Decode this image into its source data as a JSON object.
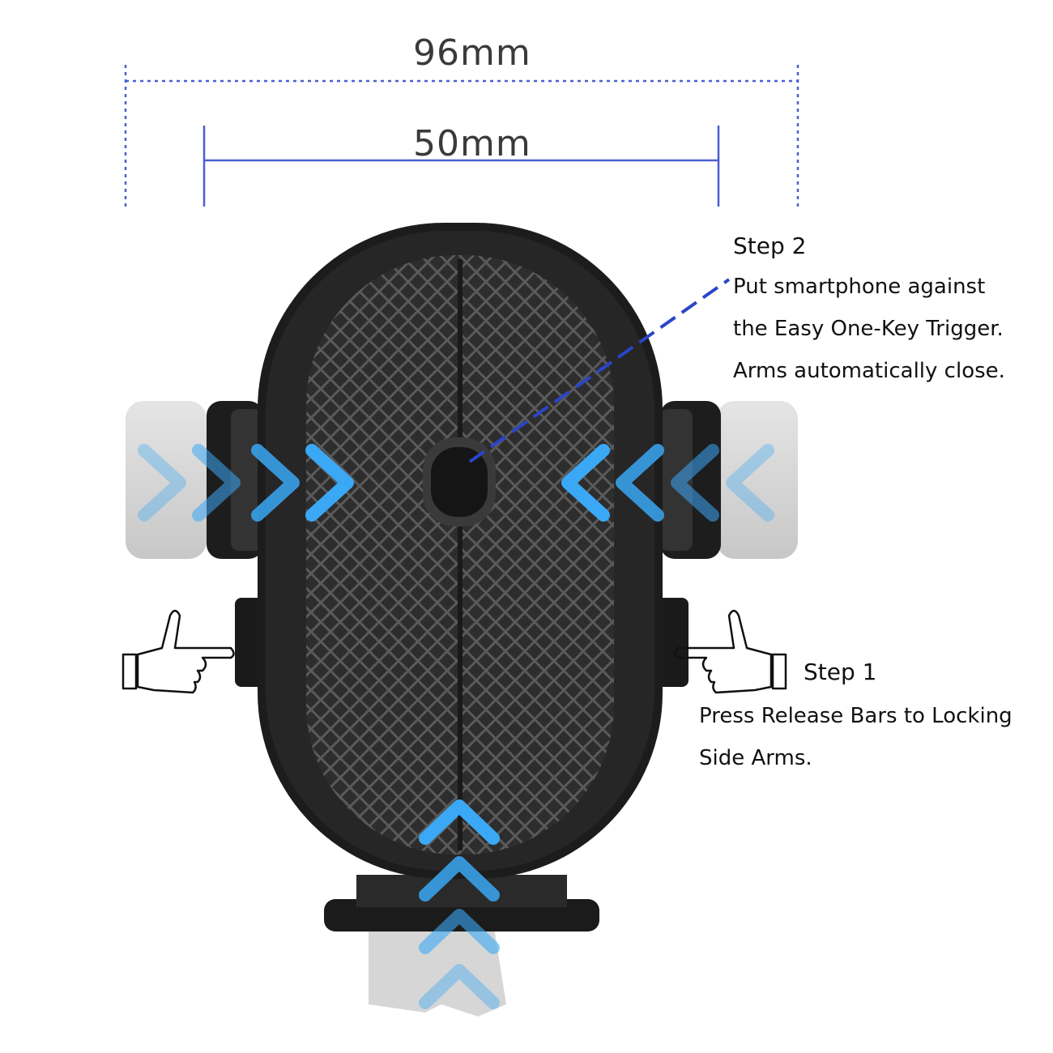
{
  "dimensions": {
    "outer": "96mm",
    "inner": "50mm"
  },
  "step2": {
    "title": "Step 2",
    "lines": [
      "Put smartphone against",
      "the Easy One-Key Trigger.",
      "Arms automatically close."
    ]
  },
  "step1": {
    "title": "Step 1",
    "lines": [
      "Press Release Bars to Locking",
      "Side Arms."
    ]
  },
  "colors": {
    "arrow": "#3aa8f5",
    "dimension_line": "#3b55d6",
    "holder_body": "#1f1f1f",
    "carbon_panel": "#2e2e2e"
  },
  "icons": {
    "release_bar_hands": "pointing-hand-icon",
    "arrows": "chevron-arrow-icon"
  }
}
